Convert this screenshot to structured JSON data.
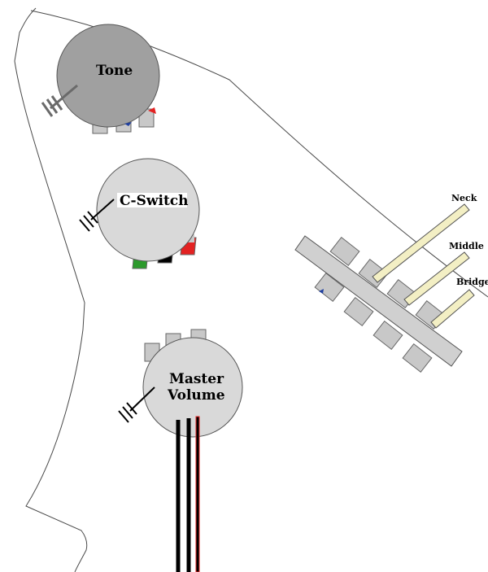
{
  "labels": {
    "tone": "Tone",
    "c_switch": "C-Switch",
    "master_volume_line1": "Master",
    "master_volume_line2": "Volume",
    "neck": "Neck",
    "middle": "Middle",
    "bridge": "Bridge"
  },
  "colors": {
    "outline": "#4a4a4a",
    "tone_pot": "#a0a0a0",
    "pot_body": "#d9d9d9",
    "lug": "#c8c8c8",
    "switch_body": "#d0d0d0",
    "pickup_lever": "#f3efc4",
    "wire_black": "#000000",
    "wire_red": "#e32222",
    "wire_green": "#2c9a2c",
    "ground_tone": "#6a6a6a",
    "ground": "#000000"
  }
}
